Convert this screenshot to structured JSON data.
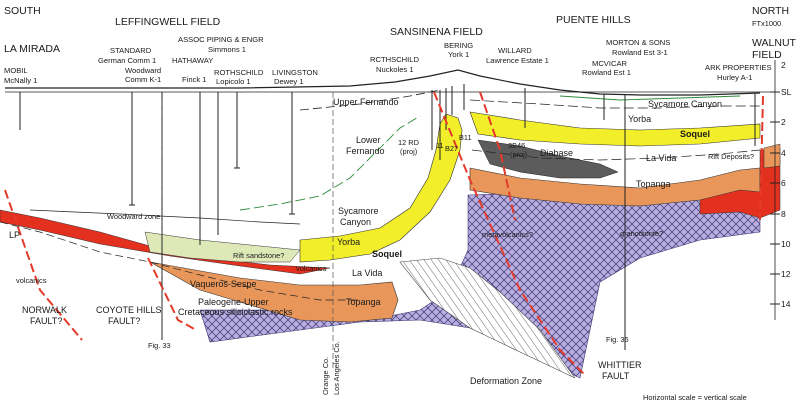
{
  "headings": {
    "south": "SOUTH",
    "north": "NORTH",
    "units": "FTx1000",
    "leffingwell": "LEFFINGWELL FIELD",
    "sansinena": "SANSINENA FIELD",
    "puente": "PUENTE HILLS",
    "walnut_1": "WALNUT",
    "walnut_2": "FIELD",
    "lamirada": "LA MIRADA"
  },
  "wells": [
    {
      "l1": "MOBIL",
      "l2": "McNally 1"
    },
    {
      "l1": "STANDARD",
      "l2": "German Comm 1"
    },
    {
      "l1": "Woodward",
      "l2": "Comm K-1"
    },
    {
      "l1": "HATHAWAY",
      "l2": "Finck 1"
    },
    {
      "l1": "ASSOC PIPING & ENGR",
      "l2": "Simmons 1"
    },
    {
      "l1": "ROTHSCHILD",
      "l2": "Lopicolo 1"
    },
    {
      "l1": "LIVINGSTON",
      "l2": "Dewey 1"
    },
    {
      "l1": "RCTHSCHILD",
      "l2": "Nuckoles 1"
    },
    {
      "l1": "BERING",
      "l2": "York 1"
    },
    {
      "l1": "WILLARD",
      "l2": "Lawrence Estate 1"
    },
    {
      "l1": "MORTON & SONS",
      "l2": "Rowland Est 3-1"
    },
    {
      "l1": "MCVICAR",
      "l2": "Rowland Est 1"
    },
    {
      "l1": "ARK PROPERTIES",
      "l2": "Hurley A-1"
    }
  ],
  "units": {
    "upper_fernando": "Upper Fernando",
    "lower_fernando_1": "Lower",
    "lower_fernando_2": "Fernando",
    "sycamore_left_1": "Sycamore",
    "sycamore_left_2": "Canyon",
    "sycamore_right": "Sycamore Canyon",
    "yorba_left": "Yorba",
    "yorba_right": "Yorba",
    "soquel_left": "Soquel",
    "soquel_right": "Soquel",
    "lavida_left": "La Vida",
    "lavida_right": "La Vida",
    "topanga_left": "Topanga",
    "topanga_right": "Topanga",
    "diabase": "Diabase",
    "vaqueros": "Vaqueros-Sespe",
    "paleogene_1": "Paleogene-Upper",
    "paleogene_2": "Cretaceous siliciclastic rocks",
    "volcanics_mid": "volcanics",
    "volcanics_left": "volcanics",
    "lp": "LP",
    "woodward_zone": "Woodward zone",
    "rift_sandstone": "Rift sandstone?",
    "rift_deposits": "Rift Deposits?",
    "metavolcanics": "metavolcanics?",
    "granodiorite": "granodiorite?",
    "deformation": "Deformation Zone",
    "rd12_1": "12 RD",
    "rd12_2": "(proj)",
    "b3_1": "3B46",
    "b3_2": "(proj)",
    "n11": "11",
    "b27": "B27",
    "b11": "B11"
  },
  "faults": {
    "norwalk_1": "NORWALK",
    "norwalk_2": "FAULT?",
    "coyote_1": "COYOTE HILLS",
    "coyote_2": "FAULT?",
    "whittier_1": "WHITTIER",
    "whittier_2": "FAULT"
  },
  "figs": {
    "fig33": "Fig. 33",
    "fig35": "Fig. 35"
  },
  "county": {
    "orange": "Orange Co.",
    "la": "Los Angeles Co."
  },
  "axis": {
    "ticks": [
      "SL",
      "2",
      "4",
      "6",
      "8",
      "10",
      "12",
      "14"
    ],
    "top": "2"
  },
  "scale_note": "Horizontal scale = vertical scale",
  "colors": {
    "soquel": "#f2ee2a",
    "topanga": "#e8965a",
    "red_layer": "#e4301e",
    "diabase": "#5c5c5c",
    "basement": "#b8aee0",
    "rift": "#dfe9b8",
    "fault": "#e43a2a"
  }
}
